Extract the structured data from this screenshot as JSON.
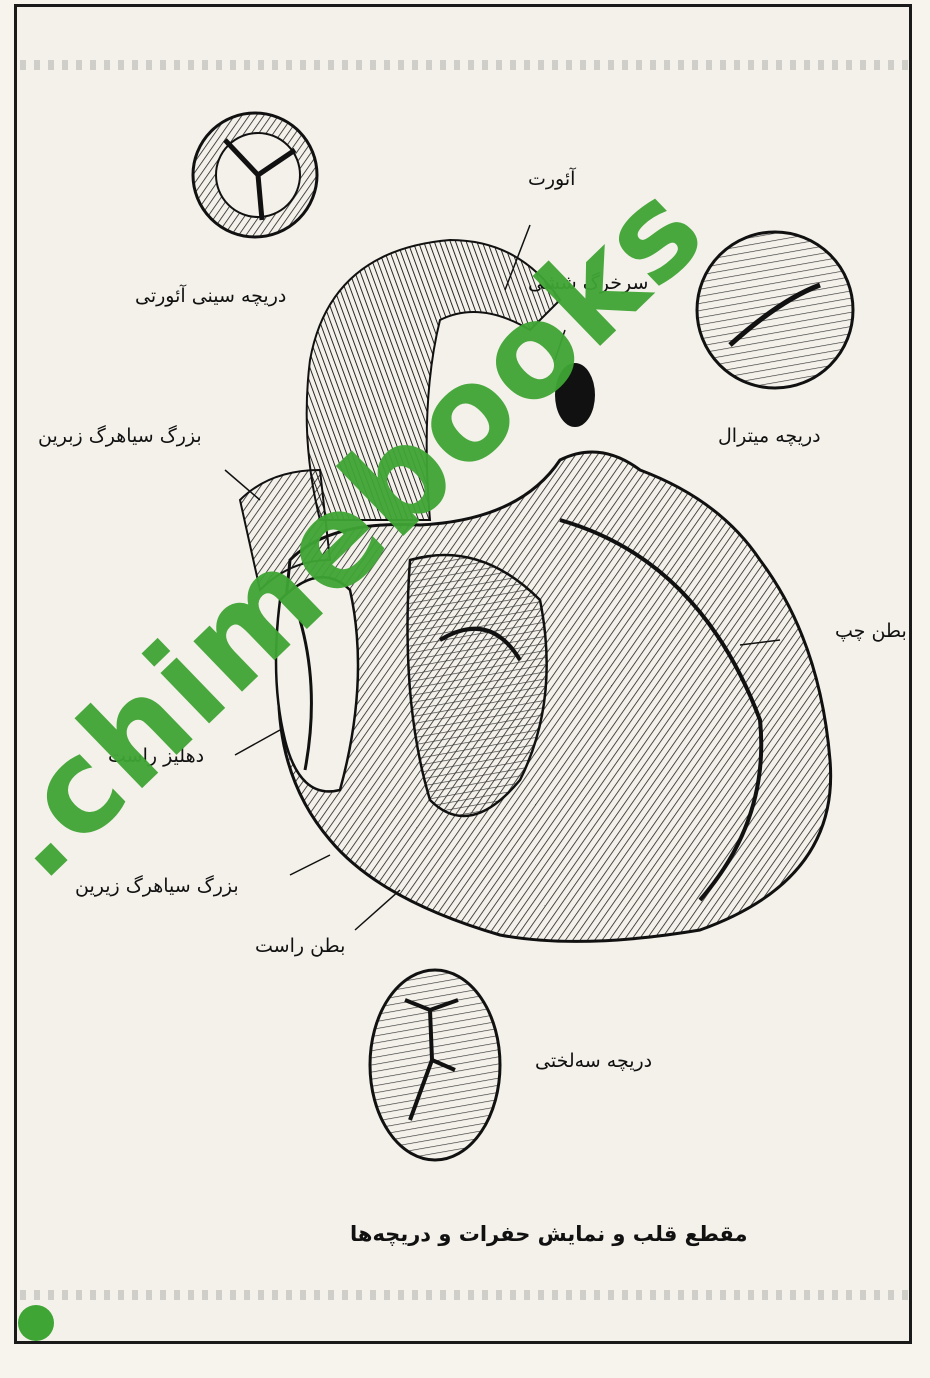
{
  "labels": {
    "aorta": "آئورت",
    "pulmonary_artery": "سرخرگ ششی",
    "aortic_valve": "دریچه سینی آئورتی",
    "mitral_valve": "دریچه میترال",
    "superior_vena_cava": "بزرگ سیاهرگ زبرین",
    "left_ventricle": "بطن چپ",
    "right_atrium": "دهلیز راست",
    "inferior_vena_cava": "بزرگ سیاهرگ زیرین",
    "right_ventricle": "بطن راست",
    "tricuspid_valve": "دریچه سه‌لختی"
  },
  "caption": "مقطع قلب و نمایش حفرات و دریچه‌ها",
  "watermark": ".chimebooks",
  "colors": {
    "watermark": "#3fa534",
    "ink": "#111111",
    "paper": "#f4f1ea"
  }
}
